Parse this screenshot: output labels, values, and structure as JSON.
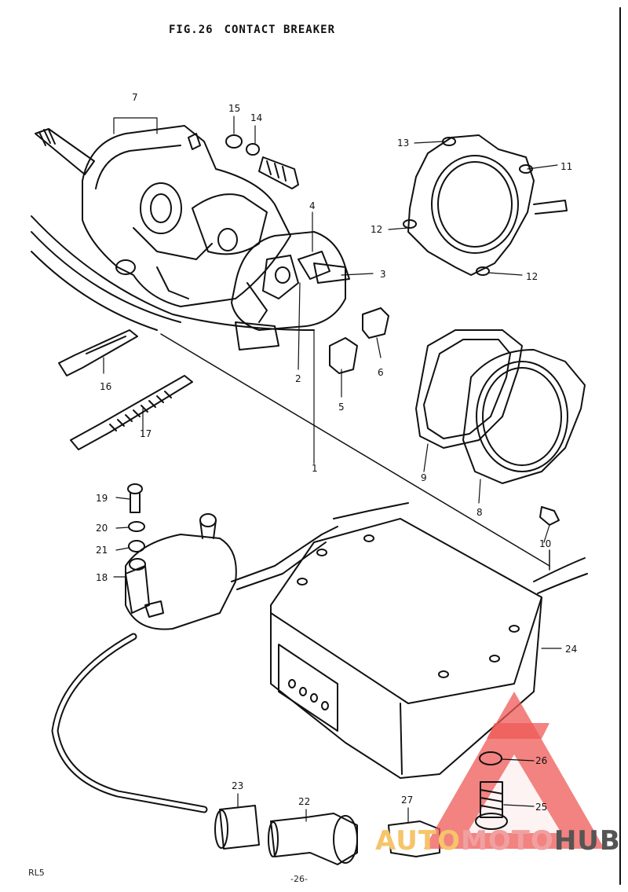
{
  "figure": {
    "number": "FIG.26",
    "title": "CONTACT BREAKER"
  },
  "footer": {
    "model_code": "RL5",
    "page": "-26-"
  },
  "callouts": [
    "1",
    "2",
    "3",
    "4",
    "5",
    "6",
    "7",
    "8",
    "9",
    "10",
    "11",
    "12",
    "12",
    "13",
    "14",
    "15",
    "16",
    "17",
    "18",
    "19",
    "20",
    "21",
    "22",
    "23",
    "24",
    "25",
    "26",
    "27"
  ],
  "watermark": {
    "part1": "AUTO",
    "part2": "MOTO",
    "part3": "HUB",
    "colors": {
      "auto": "#f6c46a",
      "moto": "#f0a0a0",
      "hub": "#555555",
      "triangle": "#ee5a55"
    }
  },
  "line_color": "#111111"
}
